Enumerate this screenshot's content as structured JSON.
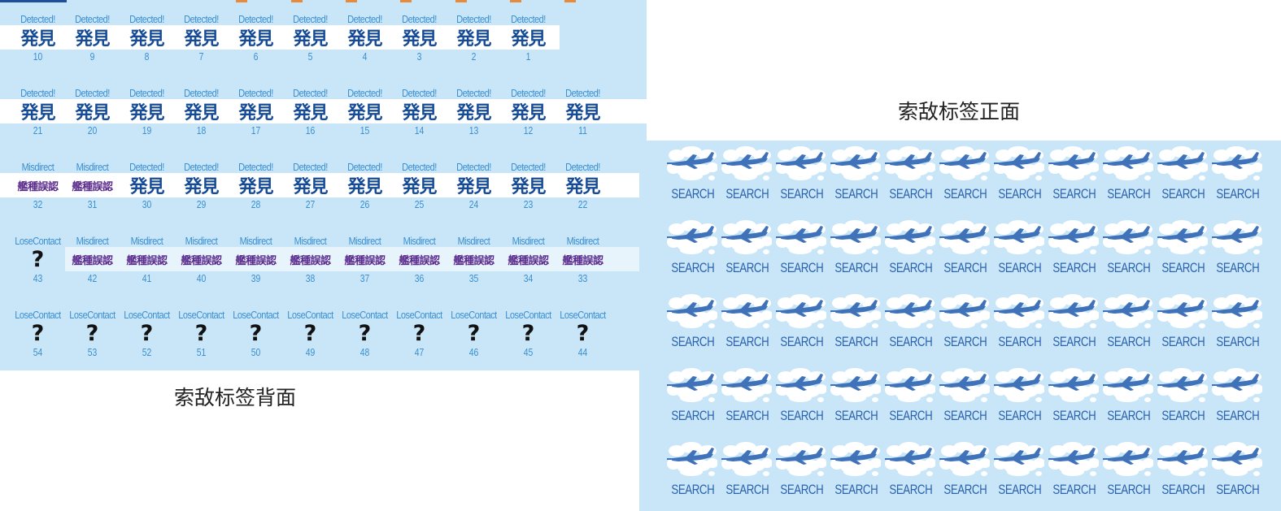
{
  "back_sheet": {
    "rows": [
      {
        "band": {
          "from": 0,
          "to": 10,
          "color": "#ffffff"
        },
        "cells": [
          {
            "type": "detected",
            "label": "Detected!",
            "symbol": "発見",
            "number": "10"
          },
          {
            "type": "detected",
            "label": "Detected!",
            "symbol": "発見",
            "number": "9"
          },
          {
            "type": "detected",
            "label": "Detected!",
            "symbol": "発見",
            "number": "8"
          },
          {
            "type": "detected",
            "label": "Detected!",
            "symbol": "発見",
            "number": "7"
          },
          {
            "type": "detected",
            "label": "Detected!",
            "symbol": "発見",
            "number": "6"
          },
          {
            "type": "detected",
            "label": "Detected!",
            "symbol": "発見",
            "number": "5"
          },
          {
            "type": "detected",
            "label": "Detected!",
            "symbol": "発見",
            "number": "4"
          },
          {
            "type": "detected",
            "label": "Detected!",
            "symbol": "発見",
            "number": "3"
          },
          {
            "type": "detected",
            "label": "Detected!",
            "symbol": "発見",
            "number": "2"
          },
          {
            "type": "detected",
            "label": "Detected!",
            "symbol": "発見",
            "number": "1"
          }
        ]
      },
      {
        "band": {
          "from": 0,
          "to": 11,
          "color": "#ffffff"
        },
        "cells": [
          {
            "type": "detected",
            "label": "Detected!",
            "symbol": "発見",
            "number": "21"
          },
          {
            "type": "detected",
            "label": "Detected!",
            "symbol": "発見",
            "number": "20"
          },
          {
            "type": "detected",
            "label": "Detected!",
            "symbol": "発見",
            "number": "19"
          },
          {
            "type": "detected",
            "label": "Detected!",
            "symbol": "発見",
            "number": "18"
          },
          {
            "type": "detected",
            "label": "Detected!",
            "symbol": "発見",
            "number": "17"
          },
          {
            "type": "detected",
            "label": "Detected!",
            "symbol": "発見",
            "number": "16"
          },
          {
            "type": "detected",
            "label": "Detected!",
            "symbol": "発見",
            "number": "15"
          },
          {
            "type": "detected",
            "label": "Detected!",
            "symbol": "発見",
            "number": "14"
          },
          {
            "type": "detected",
            "label": "Detected!",
            "symbol": "発見",
            "number": "13"
          },
          {
            "type": "detected",
            "label": "Detected!",
            "symbol": "発見",
            "number": "12"
          },
          {
            "type": "detected",
            "label": "Detected!",
            "symbol": "発見",
            "number": "11"
          }
        ]
      },
      {
        "band": {
          "from": 0,
          "to": 11,
          "color": "#ffffff"
        },
        "cells": [
          {
            "type": "misdirect",
            "label": "Misdirect",
            "symbol": "艦種誤認",
            "number": "32"
          },
          {
            "type": "misdirect",
            "label": "Misdirect",
            "symbol": "艦種誤認",
            "number": "31"
          },
          {
            "type": "detected",
            "label": "Detected!",
            "symbol": "発見",
            "number": "30"
          },
          {
            "type": "detected",
            "label": "Detected!",
            "symbol": "発見",
            "number": "29"
          },
          {
            "type": "detected",
            "label": "Detected!",
            "symbol": "発見",
            "number": "28"
          },
          {
            "type": "detected",
            "label": "Detected!",
            "symbol": "発見",
            "number": "27"
          },
          {
            "type": "detected",
            "label": "Detected!",
            "symbol": "発見",
            "number": "26"
          },
          {
            "type": "detected",
            "label": "Detected!",
            "symbol": "発見",
            "number": "25"
          },
          {
            "type": "detected",
            "label": "Detected!",
            "symbol": "発見",
            "number": "24"
          },
          {
            "type": "detected",
            "label": "Detected!",
            "symbol": "発見",
            "number": "23"
          },
          {
            "type": "detected",
            "label": "Detected!",
            "symbol": "発見",
            "number": "22"
          }
        ]
      },
      {
        "band": {
          "from": 1,
          "to": 11,
          "color": "#e8f4fc"
        },
        "cells": [
          {
            "type": "lose",
            "label": "LoseContact",
            "symbol": "?",
            "number": "43"
          },
          {
            "type": "misdirect",
            "label": "Misdirect",
            "symbol": "艦種誤認",
            "number": "42"
          },
          {
            "type": "misdirect",
            "label": "Misdirect",
            "symbol": "艦種誤認",
            "number": "41"
          },
          {
            "type": "misdirect",
            "label": "Misdirect",
            "symbol": "艦種誤認",
            "number": "40"
          },
          {
            "type": "misdirect",
            "label": "Misdirect",
            "symbol": "艦種誤認",
            "number": "39"
          },
          {
            "type": "misdirect",
            "label": "Misdirect",
            "symbol": "艦種誤認",
            "number": "38"
          },
          {
            "type": "misdirect",
            "label": "Misdirect",
            "symbol": "艦種誤認",
            "number": "37"
          },
          {
            "type": "misdirect",
            "label": "Misdirect",
            "symbol": "艦種誤認",
            "number": "36"
          },
          {
            "type": "misdirect",
            "label": "Misdirect",
            "symbol": "艦種誤認",
            "number": "35"
          },
          {
            "type": "misdirect",
            "label": "Misdirect",
            "symbol": "艦種誤認",
            "number": "34"
          },
          {
            "type": "misdirect",
            "label": "Misdirect",
            "symbol": "艦種誤認",
            "number": "33"
          }
        ]
      },
      {
        "band": null,
        "cells": [
          {
            "type": "lose",
            "label": "LoseContact",
            "symbol": "?",
            "number": "54"
          },
          {
            "type": "lose",
            "label": "LoseContact",
            "symbol": "?",
            "number": "53"
          },
          {
            "type": "lose",
            "label": "LoseContact",
            "symbol": "?",
            "number": "52"
          },
          {
            "type": "lose",
            "label": "LoseContact",
            "symbol": "?",
            "number": "51"
          },
          {
            "type": "lose",
            "label": "LoseContact",
            "symbol": "?",
            "number": "50"
          },
          {
            "type": "lose",
            "label": "LoseContact",
            "symbol": "?",
            "number": "49"
          },
          {
            "type": "lose",
            "label": "LoseContact",
            "symbol": "?",
            "number": "48"
          },
          {
            "type": "lose",
            "label": "LoseContact",
            "symbol": "?",
            "number": "47"
          },
          {
            "type": "lose",
            "label": "LoseContact",
            "symbol": "?",
            "number": "46"
          },
          {
            "type": "lose",
            "label": "LoseContact",
            "symbol": "?",
            "number": "45"
          },
          {
            "type": "lose",
            "label": "LoseContact",
            "symbol": "?",
            "number": "44"
          }
        ]
      }
    ],
    "caption": "索敌标签背面"
  },
  "front_sheet": {
    "caption": "索敌标签正面",
    "rows": 5,
    "columns": 11,
    "tile_label": "SEARCH",
    "tile_icon": "airplane-over-clouds-icon"
  },
  "colors": {
    "sheet_background": "#c9e6f8",
    "detected_text": "#164b96",
    "misdirect_text": "#5b2c8c",
    "label_text": "#3a8fd1",
    "search_text": "#2b62ad",
    "plane": "#3f72b8",
    "cloud": "#ffffff"
  }
}
